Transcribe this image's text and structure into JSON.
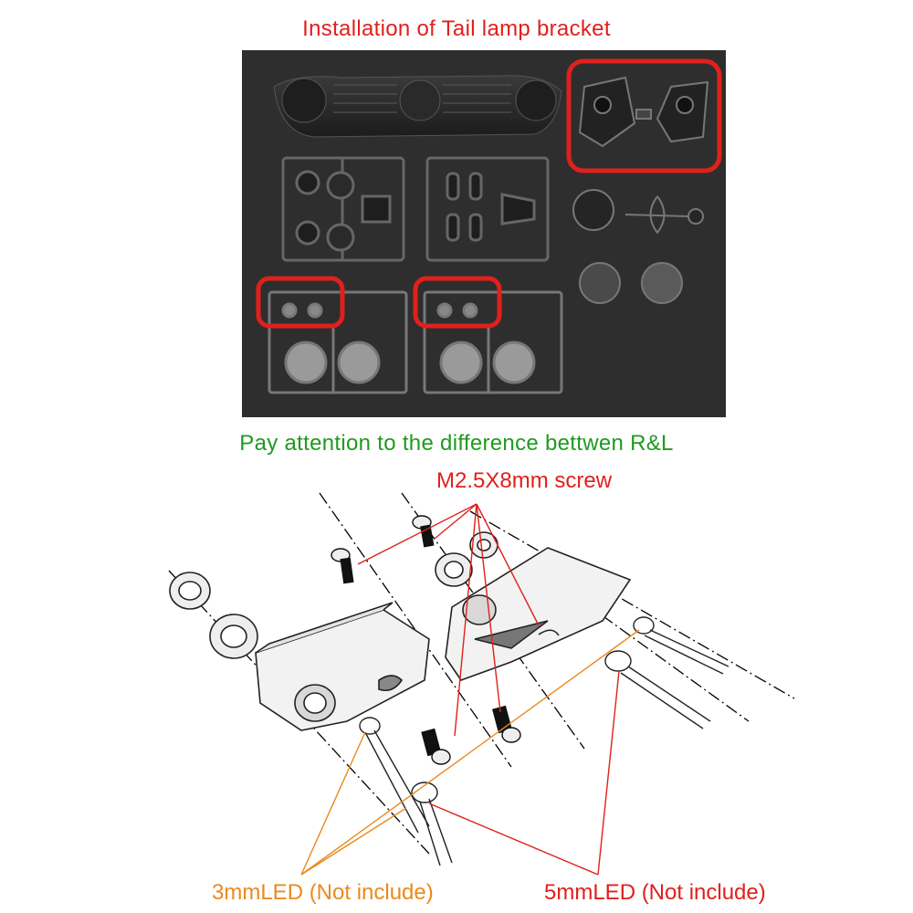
{
  "title_top": "Installation of Tail lamp bracket",
  "title_mid": "Pay attention to the difference bettwen R&L",
  "labels": {
    "screw": "M2.5X8mm  screw",
    "led3": "3mmLED  (Not include)",
    "led5": "5mmLED  (Not include)"
  },
  "colors": {
    "red": "#e0201c",
    "green": "#1f9a1f",
    "orange": "#e98a1e",
    "photo_bg": "#2e2e2e"
  }
}
